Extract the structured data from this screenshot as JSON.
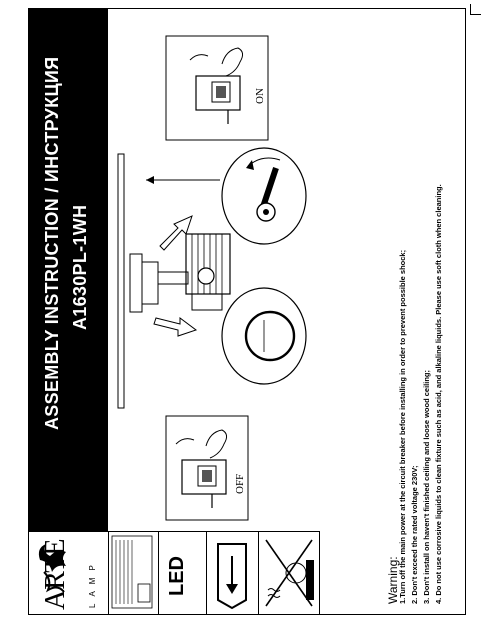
{
  "document": {
    "title_line1": "ASSEMBLY INSTRUCTION / ИНСТРУКЦИЯ",
    "title_line2": "A1630PL-1WH"
  },
  "brand": {
    "name": "ARTE",
    "sub": "LAMP"
  },
  "icons": {
    "led_label": "LED"
  },
  "steps": {
    "on_label": "ON",
    "off_label": "OFF"
  },
  "warning": {
    "title": "Warning:",
    "lines": [
      "1.Turn off the main power at the circuit breaker before installing in order to prevent  possible shock;",
      "2. Don't exceed the rated voltage 230V;",
      "3. Don't install on haven't finished ceiling and loose wood ceiling;",
      "4. Do not use corrosive liquids to clean fixture such as acid, and alkaline liquids. Please use soft cloth  when cleaning."
    ]
  }
}
